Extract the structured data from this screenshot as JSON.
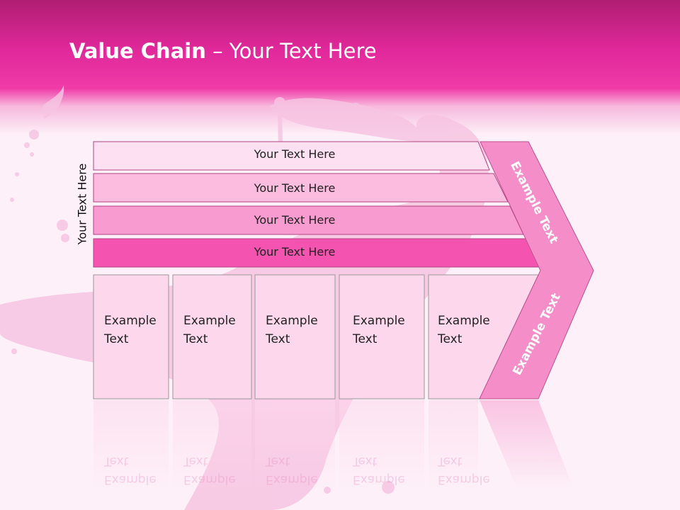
{
  "slide": {
    "title_bold": "Value Chain",
    "title_rest": " – Your Text Here",
    "side_label": "Your Text Here",
    "bars": [
      {
        "label": "Your Text Here",
        "color": "#fde0f1"
      },
      {
        "label": "Your Text Here",
        "color": "#fbbce0"
      },
      {
        "label": "Your Text Here",
        "color": "#f89bd0"
      },
      {
        "label": "Your Text Here",
        "color": "#f553b0"
      }
    ],
    "boxes": [
      {
        "line1": "Example",
        "line2": "Text"
      },
      {
        "line1": "Example",
        "line2": "Text"
      },
      {
        "line1": "Example",
        "line2": "Text"
      },
      {
        "line1": "Example",
        "line2": "Text"
      },
      {
        "line1": "Example",
        "line2": "Text"
      }
    ],
    "arrow": {
      "upper_label": "Example Text",
      "lower_label": "Example Text",
      "color": "#f58ec8"
    },
    "colors": {
      "header_top": "#b01e72",
      "header_bottom": "#f03ba8",
      "background": "#fdf0f8",
      "box_fill": "#fdd8ed"
    }
  }
}
